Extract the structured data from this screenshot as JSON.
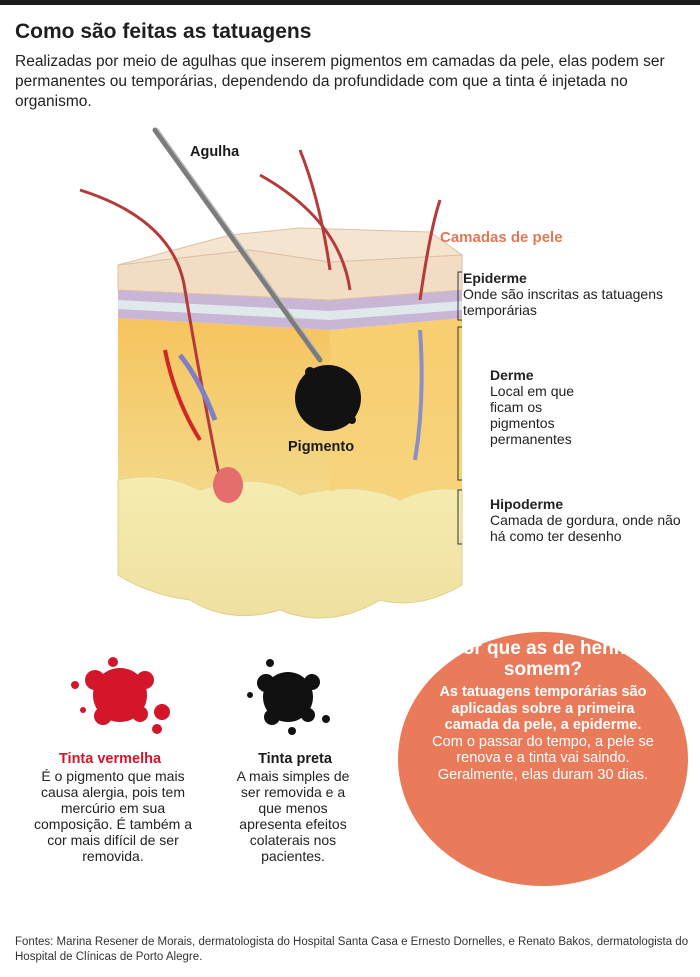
{
  "header": {
    "title": "Como são feitas as tatuagens",
    "intro": "Realizadas por meio de agulhas que inserem pigmentos em camadas da pele, elas podem ser permanentes ou temporárias, dependendo da profundidade com que a tinta é injetada no organismo."
  },
  "illustration": {
    "needle_label": "Agulha",
    "pigment_label": "Pigmento",
    "layers_title": "Camadas de pele",
    "layers": [
      {
        "name": "Epiderme",
        "desc": "Onde são inscritas as tatuagens temporárias"
      },
      {
        "name": "Derme",
        "desc": "Local em que ficam os pigmentos permanentes"
      },
      {
        "name": "Hipoderme",
        "desc": "Camada de gordura, onde não há como ter desenho"
      }
    ]
  },
  "inks": {
    "red": {
      "title": "Tinta vermelha",
      "desc": "É o pigmento que mais causa alergia, pois tem mercúrio em sua composição. É também a cor mais difícil de ser removida.",
      "color": "#d3162a"
    },
    "black": {
      "title": "Tinta preta",
      "desc": "A mais simples de ser removida e a que menos apresenta efeitos colaterais nos pacientes.",
      "color": "#111111"
    }
  },
  "henna": {
    "question": "Por que as de henna somem?",
    "answer_bold": "As tatuagens temporárias são aplicadas sobre a primeira camada da pele, a epiderme.",
    "answer_rest": "Com o passar do tempo, a pele se renova e a tinta vai saindo. Geralmente, elas duram 30 dias.",
    "color": "#e97b5b"
  },
  "footer": {
    "sources": "Fontes: Marina Resener de Morais, dermatologista do Hospital Santa Casa e Ernesto Dornelles, e Renato Bakos, dermatologista do Hospital de Clínicas de Porto Alegre."
  }
}
